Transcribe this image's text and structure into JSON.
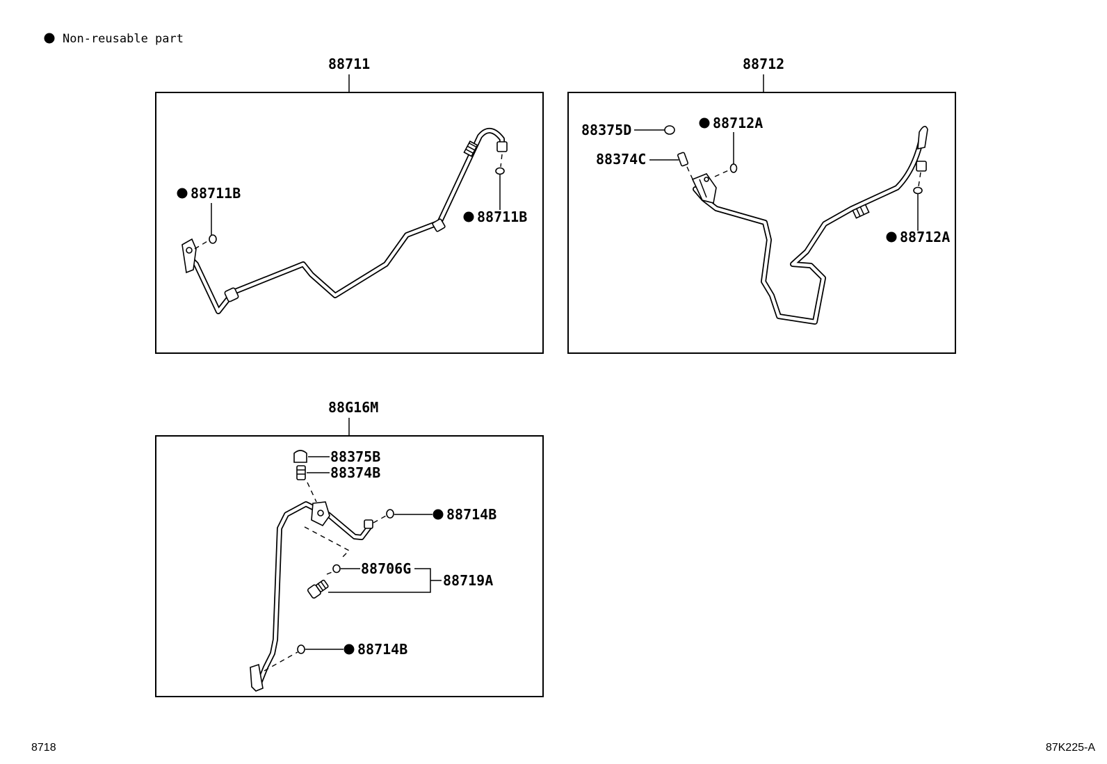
{
  "legend": {
    "marker": "dot-icon",
    "text": "Non-reusable part"
  },
  "groups": [
    {
      "id": "88711",
      "title": "88711",
      "callouts": [
        {
          "label": "88711B",
          "non_reusable": true
        },
        {
          "label": "88711B",
          "non_reusable": true
        }
      ]
    },
    {
      "id": "88712",
      "title": "88712",
      "callouts": [
        {
          "label": "88375D",
          "non_reusable": false
        },
        {
          "label": "88712A",
          "non_reusable": true
        },
        {
          "label": "88374C",
          "non_reusable": false
        },
        {
          "label": "88712A",
          "non_reusable": true
        }
      ]
    },
    {
      "id": "88G16M",
      "title": "88G16M",
      "callouts": [
        {
          "label": "88375B",
          "non_reusable": false
        },
        {
          "label": "88374B",
          "non_reusable": false
        },
        {
          "label": "88714B",
          "non_reusable": true
        },
        {
          "label": "88706G",
          "non_reusable": false
        },
        {
          "label": "88719A",
          "non_reusable": false
        },
        {
          "label": "88714B",
          "non_reusable": true
        }
      ]
    }
  ],
  "footer": {
    "left": "8718",
    "right": "87K225-A"
  }
}
